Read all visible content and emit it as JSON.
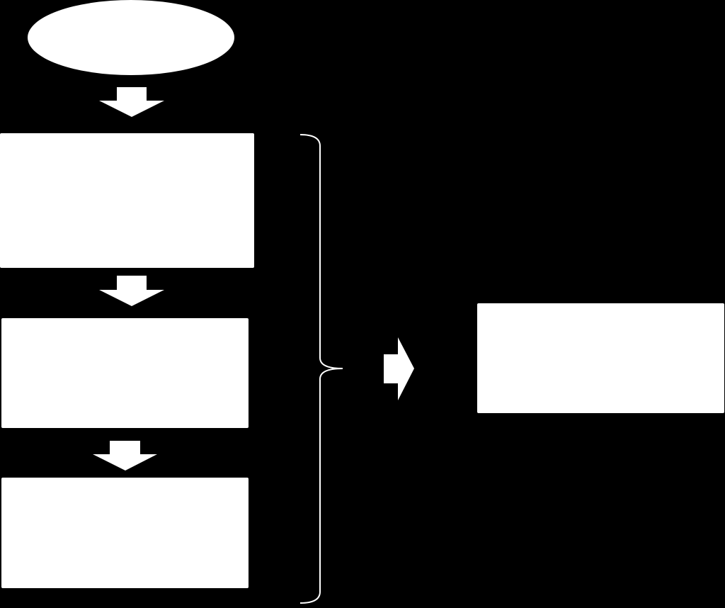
{
  "diagram": {
    "background_color": "#000000",
    "shape_color": "#ffffff",
    "line_color": "#ffffff",
    "nodes": {
      "start": {
        "shape": "ellipse",
        "label": ""
      },
      "step_1": {
        "shape": "rectangle",
        "label": ""
      },
      "step_2": {
        "shape": "rectangle",
        "label": ""
      },
      "step_3": {
        "shape": "rectangle",
        "label": ""
      },
      "result": {
        "shape": "rectangle",
        "label": ""
      }
    },
    "connectors": [
      {
        "from": "start",
        "to": "step_1",
        "shape": "block-arrow-down"
      },
      {
        "from": "step_1",
        "to": "step_2",
        "shape": "block-arrow-down"
      },
      {
        "from": "step_2",
        "to": "step_3",
        "shape": "block-arrow-down"
      },
      {
        "from": "group",
        "to": "result",
        "shape": "block-arrow-right"
      }
    ],
    "group_brace": {
      "groups": [
        "step_1",
        "step_2",
        "step_3"
      ],
      "side": "right"
    }
  }
}
